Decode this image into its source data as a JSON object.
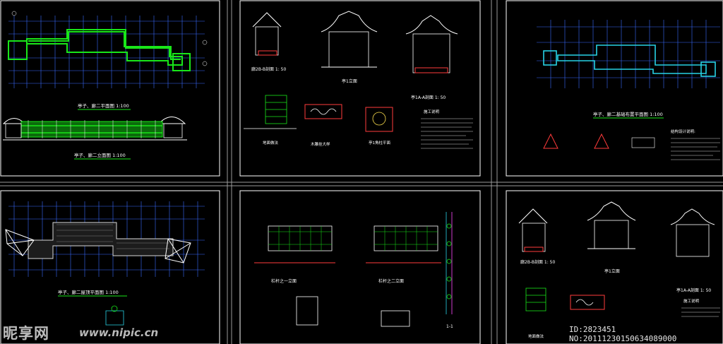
{
  "colors": {
    "background": "#000000",
    "frame": "#ffffff",
    "grid": "#3a6bff",
    "wall": "#19e619",
    "cyan": "#27d3e6",
    "red": "#ff3b3b",
    "magenta": "#ff4dff",
    "yellow": "#ffe14d",
    "title": "#ffffff"
  },
  "sheets": [
    {
      "id": "s1",
      "labels": [
        "亭子、廊二平面图 1:100",
        "亭子、廊二立面图 1:100"
      ]
    },
    {
      "id": "s2",
      "labels": [
        "廊2B-B剖面 1: 50",
        "亭1立面",
        "亭1A-A剖面 1: 50",
        "地面做法",
        "木雕挂大样",
        "亭1角柱平面",
        "施工说明"
      ]
    },
    {
      "id": "s3",
      "labels": [
        "亭子、廊二基础布置平面图 1:100",
        "结构设计说明:"
      ]
    },
    {
      "id": "s4",
      "labels": [
        "亭子、廊二屋顶平面图 1:100"
      ]
    },
    {
      "id": "s5",
      "labels": [
        "栏杆之一立面",
        "栏杆之二立面",
        "1-1"
      ]
    },
    {
      "id": "s6",
      "labels": [
        "廊2B-B剖面 1: 50",
        "亭1立面",
        "亭1A-A剖面 1: 50",
        "地面做法",
        "施工说明"
      ]
    }
  ],
  "watermark": {
    "logo": "昵享网",
    "url": "www.nipic.cn",
    "id_text": "ID:2823451 NO:20111230150634089000"
  }
}
